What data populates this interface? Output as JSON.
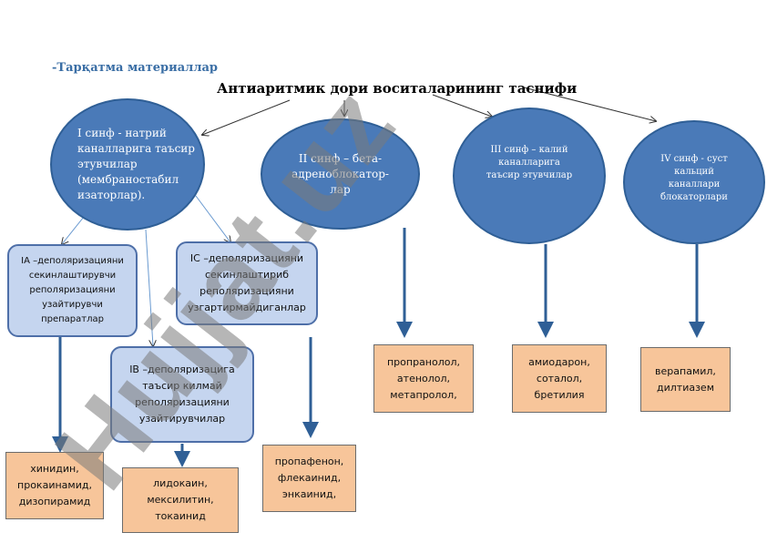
{
  "header": {
    "subtitle": "-Тарқатма материаллар",
    "title": "Антиаритмик дори воситаларининг таснифи"
  },
  "classes": {
    "class1": "I синф -  натрий каналларига таъсир этувчилар (мембраностабил изаторлар).",
    "class2": "II синф – бета-адреноблокатор-лар",
    "class3": "III синф – калий каналларига таъсир этувчилар",
    "class4": "IV синф - суст кальций каналлари блокаторлари"
  },
  "subclasses": {
    "ia": "IA –деполяризацияни секинлаштирувчи реполяризацияни узайтирувчи препаратлар",
    "ib": "IB –деполяризацига таъсир килмай реполяризацияни узайтирувчилар",
    "ic": "IC –деполяризацияни секинлаштириб реполяризацияни узгартирмайдиганлар"
  },
  "drugs": {
    "ia": "хинидин, прокаинамид, дизопирамид",
    "ib": "лидокаин, мексилитин, токаинид",
    "ic": "пропафенон, флекаинид, энкаинид,",
    "class2": "пропранолол, атенолол, метапролол,",
    "class3": "амиодарон, соталол, бретилия",
    "class4": "верапамил, дилтиазем"
  },
  "watermark": {
    "text": "Hujjat.uz",
    "color": "#7a7a7a"
  },
  "colors": {
    "oval_fill": "#4a7ab8",
    "subclass_fill": "#c5d5ef",
    "drug_fill": "#f7c59a",
    "arrow": "#2f5f96"
  }
}
